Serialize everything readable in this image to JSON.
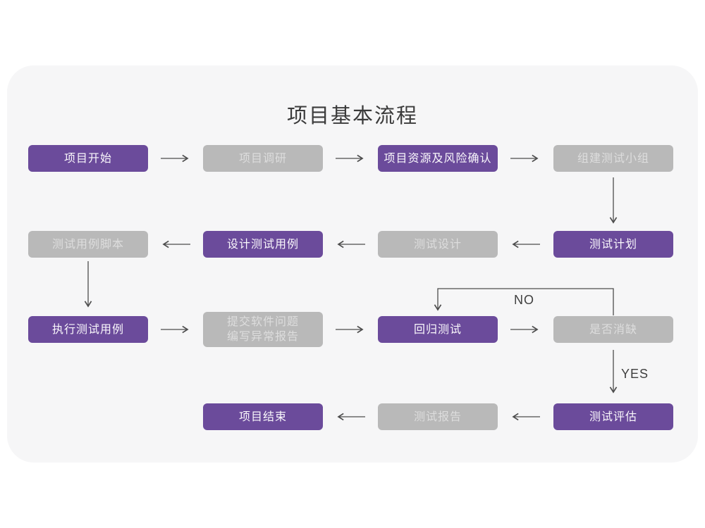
{
  "title": "项目基本流程",
  "colors": {
    "card_background": "#f6f6f7",
    "node_purple": "#6b4b9b",
    "node_gray": "#b9b9b9",
    "node_purple_text": "#faf8fc",
    "node_gray_text": "#dddddd",
    "arrow": "#4d4d4d",
    "title_text": "#3b3b3b"
  },
  "nodes": [
    {
      "id": "project-start",
      "label": "项目开始",
      "variant": "purple"
    },
    {
      "id": "project-research",
      "label": "项目调研",
      "variant": "gray"
    },
    {
      "id": "project-resources",
      "label": "项目资源及风险确认",
      "variant": "purple"
    },
    {
      "id": "build-test-team",
      "label": "组建测试小组",
      "variant": "gray"
    },
    {
      "id": "test-plan",
      "label": "测试计划",
      "variant": "purple"
    },
    {
      "id": "test-design",
      "label": "测试设计",
      "variant": "gray"
    },
    {
      "id": "design-test-cases",
      "label": "设计测试用例",
      "variant": "purple"
    },
    {
      "id": "test-case-script",
      "label": "测试用例脚本",
      "variant": "gray"
    },
    {
      "id": "execute-test-cases",
      "label": "执行测试用例",
      "variant": "purple"
    },
    {
      "id": "submit-issue-report",
      "label": "提交软件问题\n编写异常报告",
      "variant": "gray"
    },
    {
      "id": "regression-test",
      "label": "回归测试",
      "variant": "purple"
    },
    {
      "id": "defect-resolved",
      "label": "是否消缺",
      "variant": "gray"
    },
    {
      "id": "test-evaluation",
      "label": "测试评估",
      "variant": "purple"
    },
    {
      "id": "test-report",
      "label": "测试报告",
      "variant": "gray"
    },
    {
      "id": "project-end",
      "label": "项目结束",
      "variant": "purple"
    }
  ],
  "edge_labels": {
    "no": "NO",
    "yes": "YES"
  },
  "edges": [
    {
      "from": "项目开始",
      "to": "项目调研"
    },
    {
      "from": "项目调研",
      "to": "项目资源及风险确认"
    },
    {
      "from": "项目资源及风险确认",
      "to": "组建测试小组"
    },
    {
      "from": "组建测试小组",
      "to": "测试计划"
    },
    {
      "from": "测试计划",
      "to": "测试设计"
    },
    {
      "from": "测试设计",
      "to": "设计测试用例"
    },
    {
      "from": "设计测试用例",
      "to": "测试用例脚本"
    },
    {
      "from": "测试用例脚本",
      "to": "执行测试用例"
    },
    {
      "from": "执行测试用例",
      "to": "提交软件问题 编写异常报告"
    },
    {
      "from": "提交软件问题 编写异常报告",
      "to": "回归测试"
    },
    {
      "from": "回归测试",
      "to": "是否消缺"
    },
    {
      "from": "是否消缺",
      "to": "回归测试",
      "label": "NO"
    },
    {
      "from": "是否消缺",
      "to": "测试评估",
      "label": "YES"
    },
    {
      "from": "测试评估",
      "to": "测试报告"
    },
    {
      "from": "测试报告",
      "to": "项目结束"
    }
  ]
}
